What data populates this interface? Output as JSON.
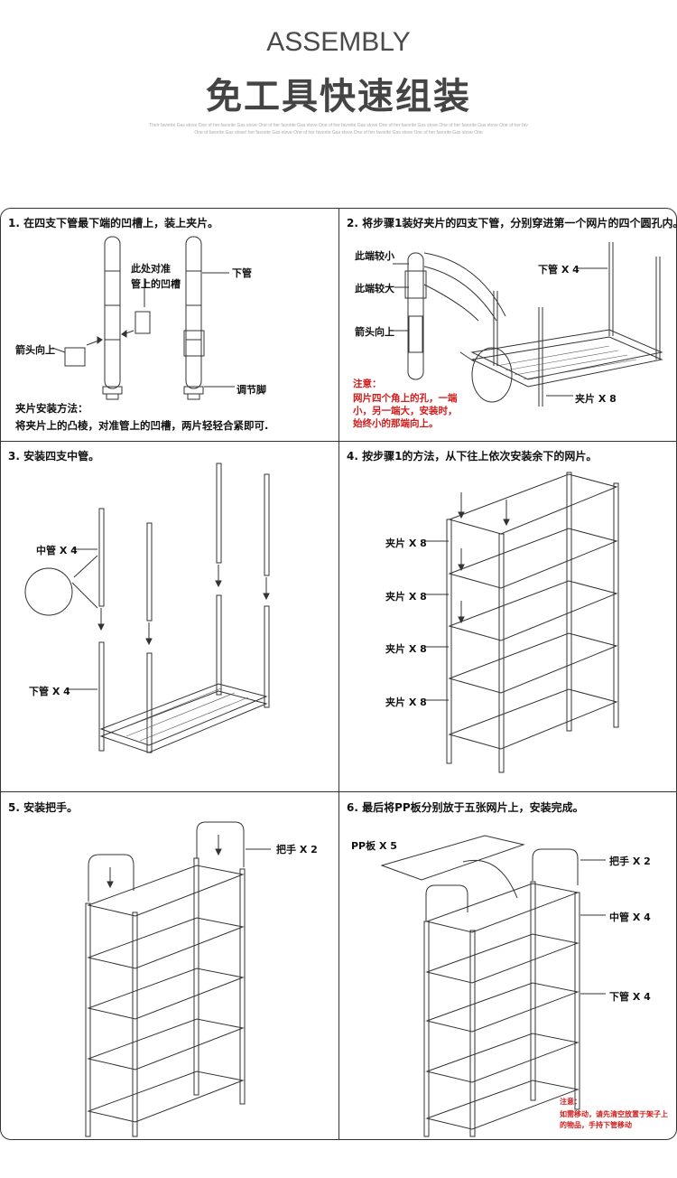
{
  "header": {
    "title_en": "ASSEMBLY",
    "title_cn": "免工具快速组装",
    "decor_line1": "Their favorite Gas stove One of her favorite Gas stove One of her favorite Gas stove One of her favorite Gas stove One of her favorite Gas stove One of her favorite Gas stove One of her fav",
    "decor_line2": "One of favorite Gas stove! her favorite Gas stove One of her favorite Gas stove One of her favorite Gas stove One of her favorite Gas stove One"
  },
  "steps": [
    {
      "title": "1. 在四支下管最下端的凹槽上，装上夹片。",
      "labels": {
        "align": "此处对准\n管上的凹槽",
        "lower_tube": "下管",
        "arrow_up": "箭头向上",
        "foot": "调节脚"
      },
      "desc_title": "夹片安装方法：",
      "desc_body": "将夹片上的凸棱，对准管上的凹槽，两片轻轻合紧即可."
    },
    {
      "title": "2. 将步骤1装好夹片的四支下管，分别穿进第一个网片的四个圆孔内。",
      "labels": {
        "small_end": "此端较小",
        "big_end": "此端较大",
        "arrow_up": "箭头向上",
        "lower_tube_x4": "下管 X 4",
        "clip_x8": "夹片 X 8"
      },
      "note_title": "注意：",
      "note_body": "网片四个角上的孔，一端小，另一端大，安装时，始终小的那端向上。"
    },
    {
      "title": "3. 安装四支中管。",
      "labels": {
        "mid_tube_x4": "中管 X 4",
        "lower_tube_x4": "下管 X 4"
      }
    },
    {
      "title": "4. 按步骤1的方法，从下往上依次安装余下的网片。",
      "labels": {
        "clip1": "夹片 X 8",
        "clip2": "夹片 X 8",
        "clip3": "夹片 X 8",
        "clip4": "夹片 X 8"
      }
    },
    {
      "title": "5. 安装把手。",
      "labels": {
        "handle_x2": "把手 X 2"
      }
    },
    {
      "title": "6. 最后将PP板分别放于五张网片上，安装完成。",
      "labels": {
        "pp_x5": "PP板 X 5",
        "handle_x2": "把手 X 2",
        "mid_tube_x4": "中管 X 4",
        "lower_tube_x4": "下管 X 4"
      },
      "note_title": "注意：",
      "note_body": "如需移动，请先清空放置于架子上的物品，手持下管移动"
    }
  ]
}
